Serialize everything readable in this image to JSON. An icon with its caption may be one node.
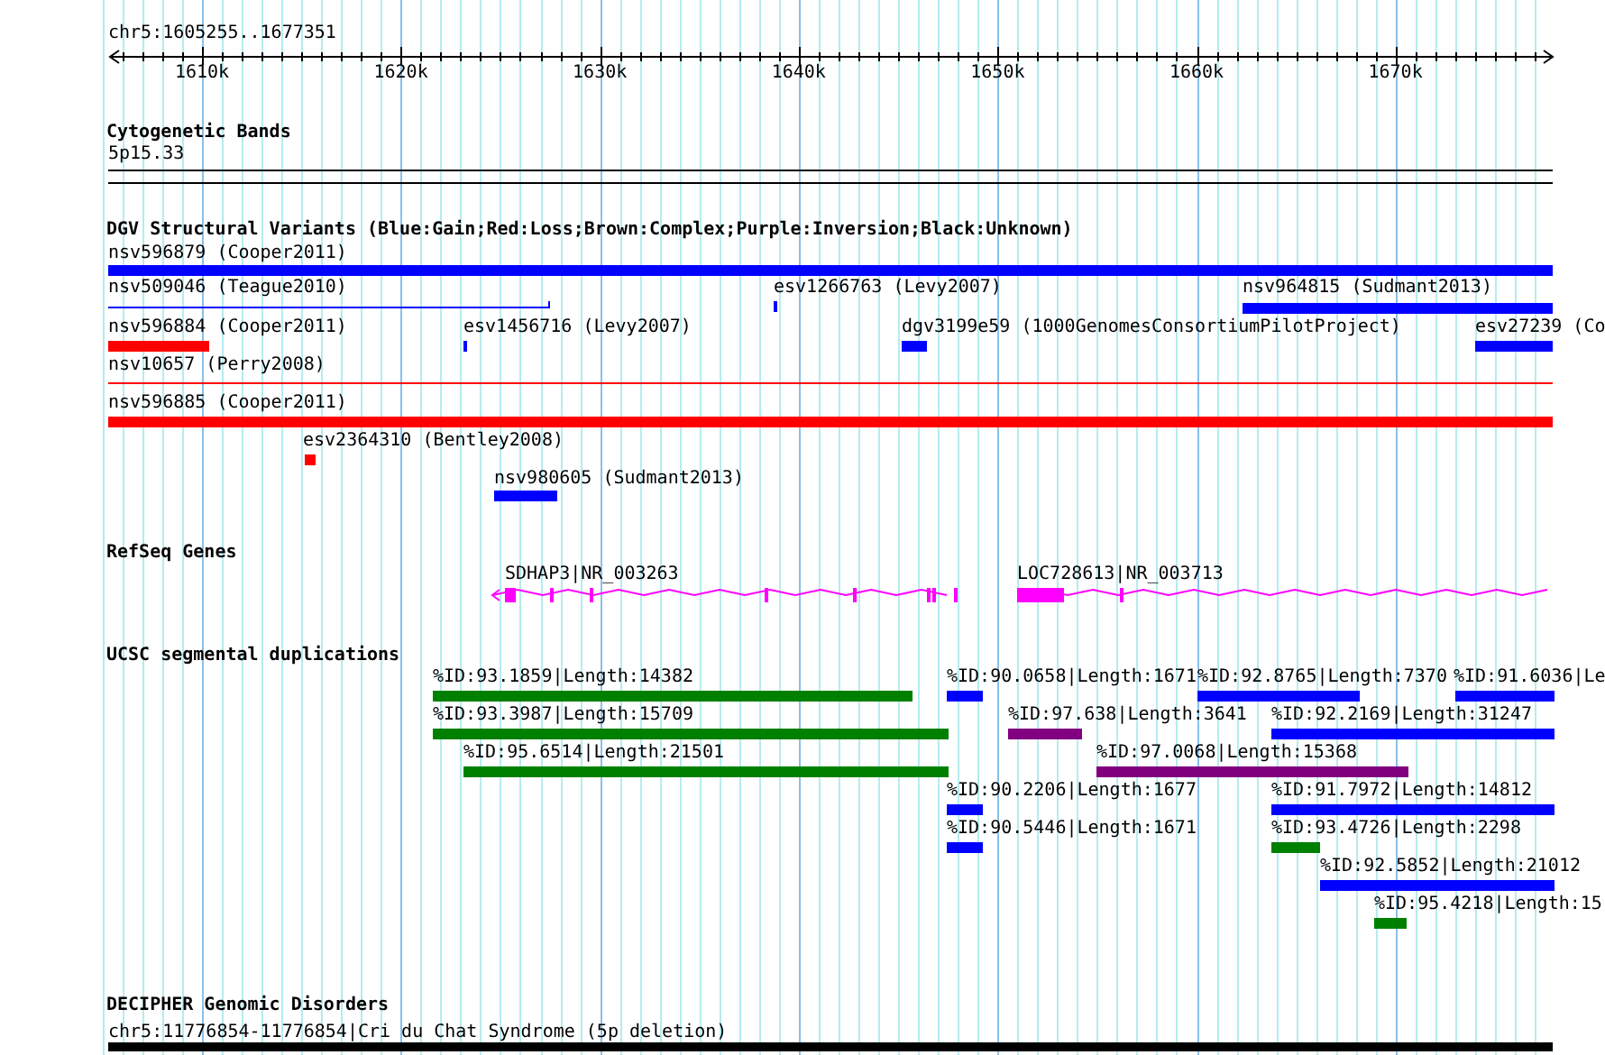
{
  "diagram": {
    "nodes": [
      {
        "text": [
          "5p15.33"
        ]
      },
      {
        "text": [
          "nsv596879 (Cooper2011)"
        ]
      },
      {
        "text": [
          "nsv509046 (Teague2010)"
        ]
      },
      {
        "text": [
          "esv1266763 (Levy2007)"
        ]
      },
      {
        "text": [
          "nsv964815 (Sudmant2013)"
        ]
      },
      {
        "text": [
          "nsv596884 (Cooper2011)"
        ]
      },
      {
        "text": [
          "esv1456716 (Levy2007)"
        ]
      },
      {
        "text": [
          "dgv3199e59 (1000GenomesConsortiumPilotProject)"
        ]
      },
      {
        "text": [
          "esv27239 (Co"
        ]
      },
      {
        "text": [
          "nsv10657 (Perry2008)"
        ]
      },
      {
        "text": [
          "nsv596885 (Cooper2011)"
        ]
      },
      {
        "text": [
          "esv2364310 (Bentley2008)"
        ]
      },
      {
        "text": [
          "nsv980605 (Sudmant2013)"
        ]
      },
      {
        "text": [
          "SDHAP3|NR_003263"
        ]
      },
      {
        "text": [
          "LOC728613|NR_003713"
        ]
      },
      {
        "text": [
          "%ID:93.1859|Length:14382"
        ]
      },
      {
        "text": [
          "%ID:93.3987|Length:15709"
        ]
      },
      {
        "text": [
          "%ID:95.6514|Length:21501"
        ]
      },
      {
        "text": [
          "%ID:90.0658|Length:1671"
        ]
      },
      {
        "text": [
          "%ID:92.8765|Length:7370"
        ]
      },
      {
        "text": [
          "%ID:91.6036|Le"
        ]
      },
      {
        "text": [
          "%ID:97.638|Length:3641"
        ]
      },
      {
        "text": [
          "%ID:92.2169|Length:31247"
        ]
      },
      {
        "text": [
          "%ID:97.0068|Length:15368"
        ]
      },
      {
        "text": [
          "%ID:90.2206|Length:1677"
        ]
      },
      {
        "text": [
          "%ID:91.7972|Length:14812"
        ]
      },
      {
        "text": [
          "%ID:90.5446|Length:1671"
        ]
      },
      {
        "text": [
          "%ID:93.4726|Length:2298"
        ]
      },
      {
        "text": [
          "%ID:92.5852|Length:21012"
        ]
      },
      {
        "text": [
          "%ID:95.4218|Length:15"
        ]
      },
      {
        "text": [
          "chr5:11776854-11776854|Cri du Chat Syndrome (5p deletion)"
        ]
      }
    ],
    "labels": [
      "chr5:1605255..1677351",
      "1610k",
      "1620k",
      "1630k",
      "1640k",
      "1650k",
      "1660k",
      "1670k",
      "Cytogenetic Bands",
      "DGV Structural Variants (Blue:Gain;Red:Loss;Brown:Complex;Purple:Inversion;Black:Unknown)",
      "RefSeq Genes",
      "UCSC segmental duplications",
      "DECIPHER Genomic Disorders"
    ]
  }
}
